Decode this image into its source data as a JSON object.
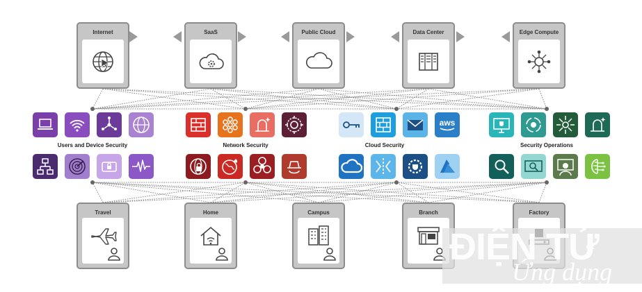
{
  "top_sites": [
    {
      "label": "Internet",
      "icon": "globe-cursor-icon"
    },
    {
      "label": "SaaS",
      "icon": "cloud-gear-icon"
    },
    {
      "label": "Public Cloud",
      "icon": "cloud-icon"
    },
    {
      "label": "Data Center",
      "icon": "server-rack-icon"
    },
    {
      "label": "Edge Compute",
      "icon": "edge-network-icon"
    }
  ],
  "bottom_sites": [
    {
      "label": "Travel",
      "icon": "airplane-icon",
      "user_icon": "user-icon"
    },
    {
      "label": "Home",
      "icon": "house-wifi-icon",
      "user_icon": "user-icon"
    },
    {
      "label": "Campus",
      "icon": "buildings-icon",
      "user_icon": "user-icon"
    },
    {
      "label": "Branch",
      "icon": "storefront-icon",
      "user_icon": "user-icon"
    },
    {
      "label": "Factory",
      "icon": "robot-arm-icon",
      "user_icon": "user-icon"
    }
  ],
  "groups": [
    {
      "label": "Users and Device Security",
      "tiles": [
        {
          "icon": "laptop-icon",
          "color": "#7a3fa8"
        },
        {
          "icon": "wifi-icon",
          "color": "#8a4dc0"
        },
        {
          "icon": "share-nodes-icon",
          "color": "#6c3a98"
        },
        {
          "icon": "globe-network-icon",
          "color": "#a982d2"
        },
        {
          "icon": "network-tree-icon",
          "color": "#4a2c6e"
        },
        {
          "icon": "radar-icon",
          "color": "#a27ecd"
        },
        {
          "icon": "lock-device-icon",
          "color": "#c6a6e8"
        },
        {
          "icon": "pulse-icon",
          "color": "#8c57c6"
        }
      ]
    },
    {
      "label": "Network Security",
      "tiles": [
        {
          "icon": "firewall-icon",
          "color": "#d9302b"
        },
        {
          "icon": "hexagon-cluster-icon",
          "color": "#e8731f"
        },
        {
          "icon": "user-alert-icon",
          "color": "#e86d63"
        },
        {
          "icon": "threat-wheel-icon",
          "color": "#5c1f35"
        },
        {
          "icon": "globe-lock-icon",
          "color": "#8c1a1f"
        },
        {
          "icon": "globe-fire-icon",
          "color": "#c92a24"
        },
        {
          "icon": "biohazard-icon",
          "color": "#9a1e22"
        },
        {
          "icon": "spy-hat-icon",
          "color": "#b03a2c"
        }
      ]
    },
    {
      "label": "Cloud Security",
      "tiles": [
        {
          "icon": "key-icon",
          "color": "#d3e7f6"
        },
        {
          "icon": "firewall-grid-icon",
          "color": "#1f9ede"
        },
        {
          "icon": "mail-icon",
          "color": "#5ab4e8"
        },
        {
          "icon": "aws-logo-icon",
          "color": "#2a7fc8"
        },
        {
          "icon": "google-cloud-icon",
          "color": "#1f73c2"
        },
        {
          "icon": "data-flow-icon",
          "color": "#5cb6ea"
        },
        {
          "icon": "gear-shield-icon",
          "color": "#1b4f85"
        },
        {
          "icon": "azure-logo-icon",
          "color": "#9fd2f2"
        }
      ]
    },
    {
      "label": "Security Operations",
      "tiles": [
        {
          "icon": "monitor-shield-icon",
          "color": "#2ab5b8"
        },
        {
          "icon": "gear-arrows-icon",
          "color": "#2f9a8f"
        },
        {
          "icon": "bug-target-icon",
          "color": "#225c3a"
        },
        {
          "icon": "user-alert-icon",
          "color": "#1e6a57"
        },
        {
          "icon": "search-icon",
          "color": "#13605a"
        },
        {
          "icon": "screen-search-icon",
          "color": "#94d6d2"
        },
        {
          "icon": "analyst-icon",
          "color": "#5b7b4c"
        },
        {
          "icon": "ai-brain-icon",
          "color": "#7cc242"
        }
      ]
    }
  ],
  "watermark": {
    "line1": "ĐIỆN TỬ",
    "amp": "&",
    "line2": "Ứng dụng"
  }
}
